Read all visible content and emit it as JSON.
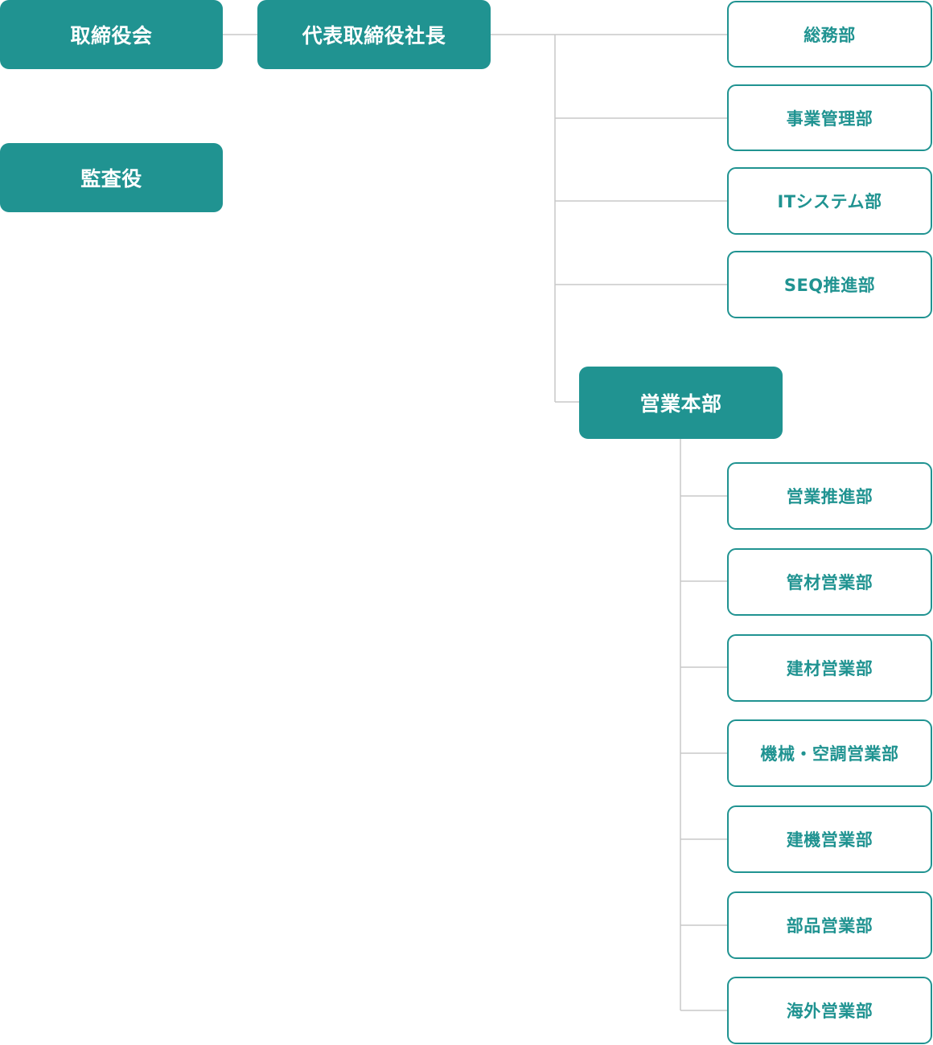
{
  "colors": {
    "accent": "#209391",
    "connector": "#c8c8c8",
    "background": "#ffffff"
  },
  "nodes": {
    "board": "取締役会",
    "president": "代表取締役社長",
    "auditor": "監査役",
    "general_affairs": "総務部",
    "business_management": "事業管理部",
    "it_system": "ITシステム部",
    "seq_promotion": "SEQ推進部",
    "sales_hq": "営業本部",
    "sales_promotion": "営業推進部",
    "pipe_materials_sales": "管材営業部",
    "building_materials_sales": "建材営業部",
    "machinery_ac_sales": "機械・空調営業部",
    "construction_machinery_sales": "建機営業部",
    "parts_sales": "部品営業部",
    "overseas_sales": "海外営業部"
  }
}
